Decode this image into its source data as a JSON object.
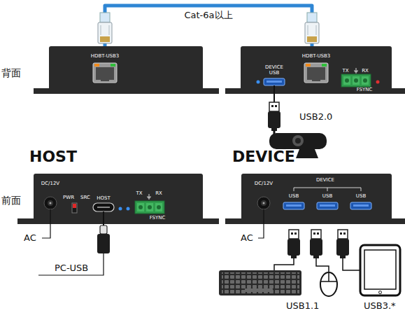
{
  "diagram": {
    "nodes": [
      {
        "text": [
          "HDBT-USB3"
        ]
      },
      {
        "text": [
          "HDBT-USB3",
          "DEVICE USB",
          "TX",
          "RX",
          "FSYNC"
        ]
      },
      {
        "text": [
          "DC/12V",
          "PWR",
          "SRC",
          "HOST",
          "TX",
          "RX",
          "FSYNC"
        ]
      },
      {
        "text": [
          "DC/12V",
          "DEVICE",
          "USB",
          "USB",
          "USB"
        ]
      }
    ],
    "edges": [
      {
        "from": 0,
        "to": 1,
        "arrow": "none",
        "label": "Cat-6a以上"
      }
    ],
    "labels": [
      "背面",
      "前面",
      "HOST",
      "DEVICE",
      "USB2.0",
      "AC",
      "AC",
      "PC-USB",
      "USB1.1",
      "USB3.*"
    ]
  }
}
